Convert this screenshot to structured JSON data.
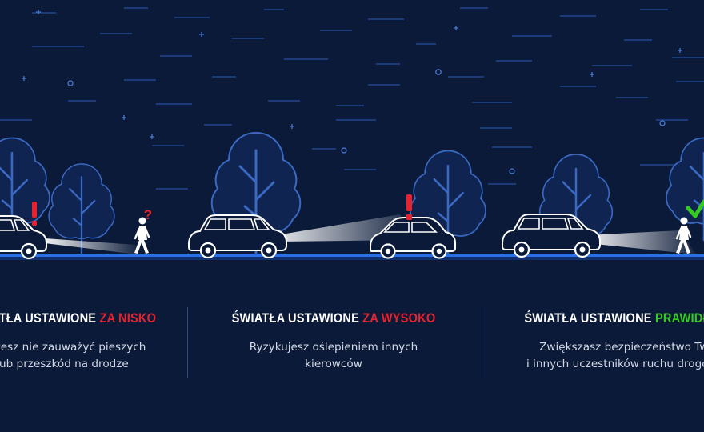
{
  "colors": {
    "background": "#0b1a38",
    "road": "#2c6ee6",
    "warning": "#e8222e",
    "ok": "#35cc22",
    "tree_fill": "#0f2450",
    "tree_line": "#3a69c4"
  },
  "scenes": [
    {
      "heading_prefix": "ŚWIATŁA USTAWIONE ",
      "heading_highlight": "ZA NISKO",
      "description_line1": "Możesz nie zauważyć pieszych",
      "description_line2": "lub przeszkód na drodze",
      "marker_icon": "exclamation-icon",
      "pedestrian_icon": "question-icon"
    },
    {
      "heading_prefix": "ŚWIATŁA USTAWIONE ",
      "heading_highlight": "ZA WYSOKO",
      "description_line1": "Ryzykujesz oślepieniem innych",
      "description_line2": "kierowców",
      "marker_icon": "exclamation-icon"
    },
    {
      "heading_prefix": "ŚWIATŁA USTAWIONE ",
      "heading_highlight": "PRAWIDŁOWO",
      "description_line1": "Zwiększasz bezpieczeństwo Twoje",
      "description_line2": "i innych uczestników ruchu drogowego",
      "marker_icon": "checkmark-icon"
    }
  ]
}
